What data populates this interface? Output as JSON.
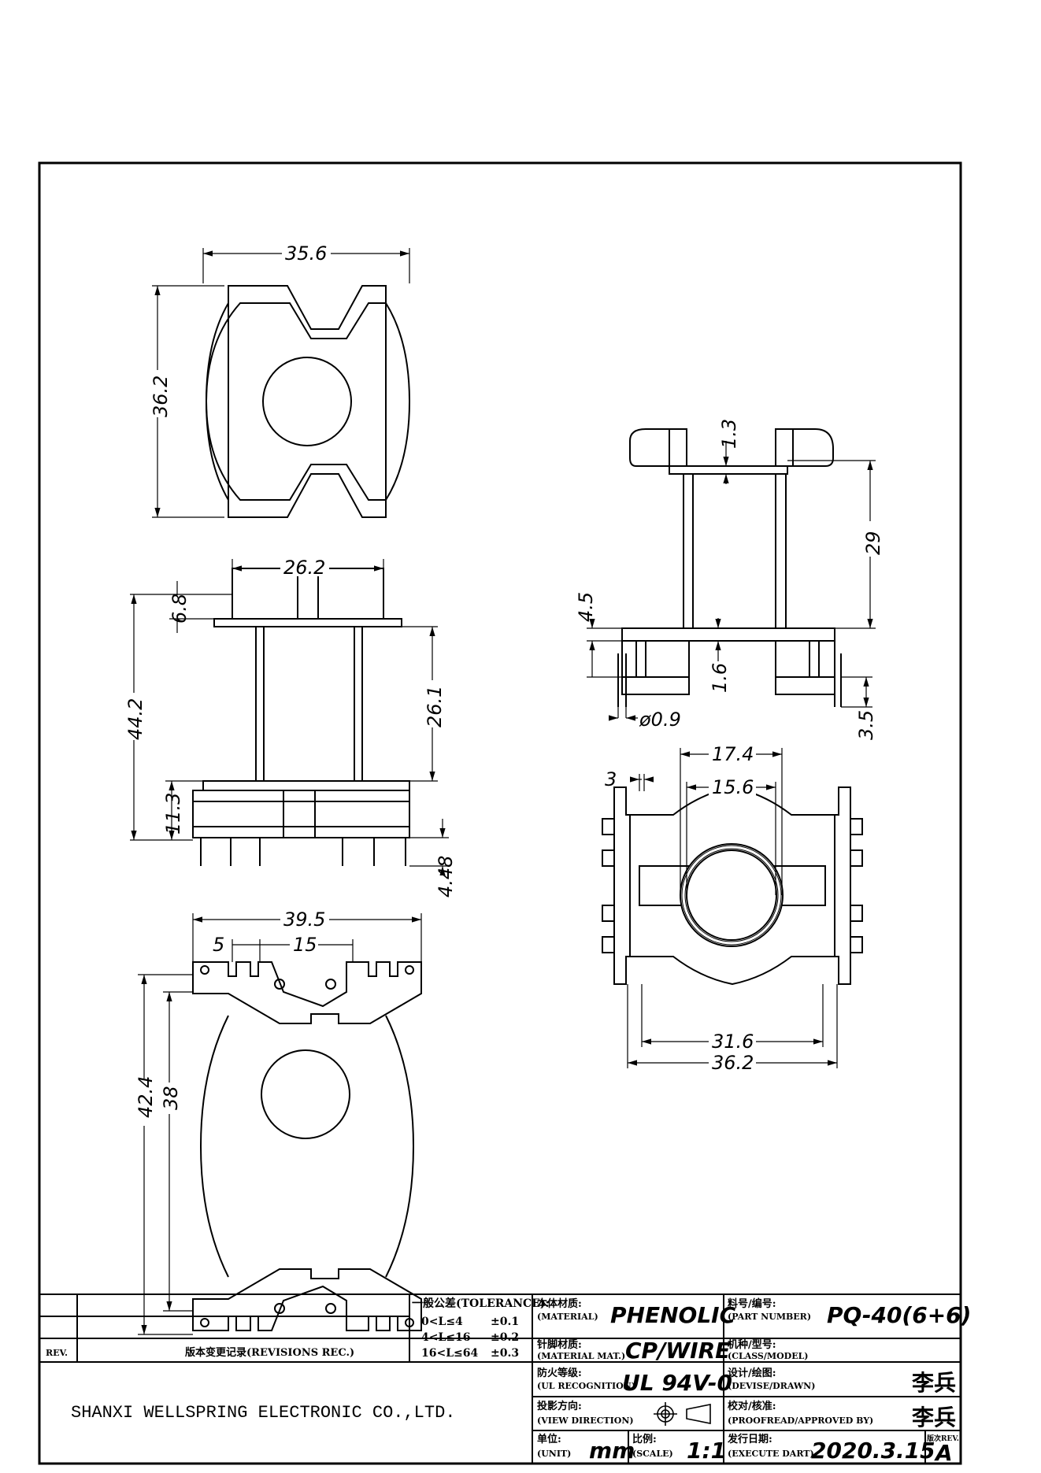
{
  "views": {
    "top_view": {
      "width": "35.6",
      "height": "36.2"
    },
    "front_view": {
      "flange_width": "26.2",
      "flange_h": "6.8",
      "overall_h": "44.2",
      "winding_h": "26.1",
      "base_h": "11.3",
      "pin_len": "4.48"
    },
    "bottom_view": {
      "width": "39.5",
      "pitch1": "5",
      "pitch2": "15",
      "height_outer": "42.4",
      "height_inner": "38"
    },
    "side_view": {
      "top_gap": "1.3",
      "winding_h": "29",
      "flange": "4.5",
      "gap2": "1.6",
      "pin_dia": "ø0.9",
      "pin_len": "3.5"
    },
    "section_view": {
      "slot": "3",
      "outer_d": "17.4",
      "inner_d": "15.6",
      "inner_w": "31.6",
      "outer_w": "36.2"
    }
  },
  "title_block": {
    "rev_label": "REV.",
    "rev_record": "版本变更记录(REVISIONS REC.)",
    "tolerance_title": "一般公差(TOLERANCE):",
    "tol1_range": "0<L≤4",
    "tol1_value": "±0.1",
    "tol2_range": "4<L≤16",
    "tol2_value": "±0.2",
    "tol3_range": "16<L≤64",
    "tol3_value": "±0.3",
    "company": "SHANXI WELLSPRING ELECTRONIC CO.,LTD.",
    "material_cn": "本体材质:",
    "material_en": "(MATERIAL)",
    "material": "PHENOLIC",
    "pin_mat_cn": "针脚材质:",
    "pin_mat_en": "(MATERIAL MAT.)",
    "pin_material": "CP/WIRE",
    "ul_cn": "防火等级:",
    "ul_en": "(UL RECOGNITION)",
    "ul": "UL 94V-0",
    "view_cn": "投影方向:",
    "view_en": "(VIEW DIRECTION)",
    "unit_cn": "单位:",
    "unit_en": "(UNIT)",
    "unit": "mm",
    "scale_cn": "比例:",
    "scale_en": "(SCALE)",
    "scale": "1:1",
    "part_cn": "料号/编号:",
    "part_en": "(PART NUMBER)",
    "part_number": "PQ-40(6+6)",
    "class_cn": "机种/型号:",
    "class_en": "(CLASS/MODEL)",
    "design_cn": "设计/绘图:",
    "design_en": "(DEVISE/DRAWN)",
    "designer": "李兵",
    "approve_cn": "校对/核准:",
    "approve_en": "(PROOFREAD/APPROVED BY)",
    "approver": "李兵",
    "date_cn": "发行日期:",
    "date_en": "(EXECUTE DART)",
    "date": "2020.3.15",
    "ver_label": "版次REV.",
    "version": "A"
  }
}
